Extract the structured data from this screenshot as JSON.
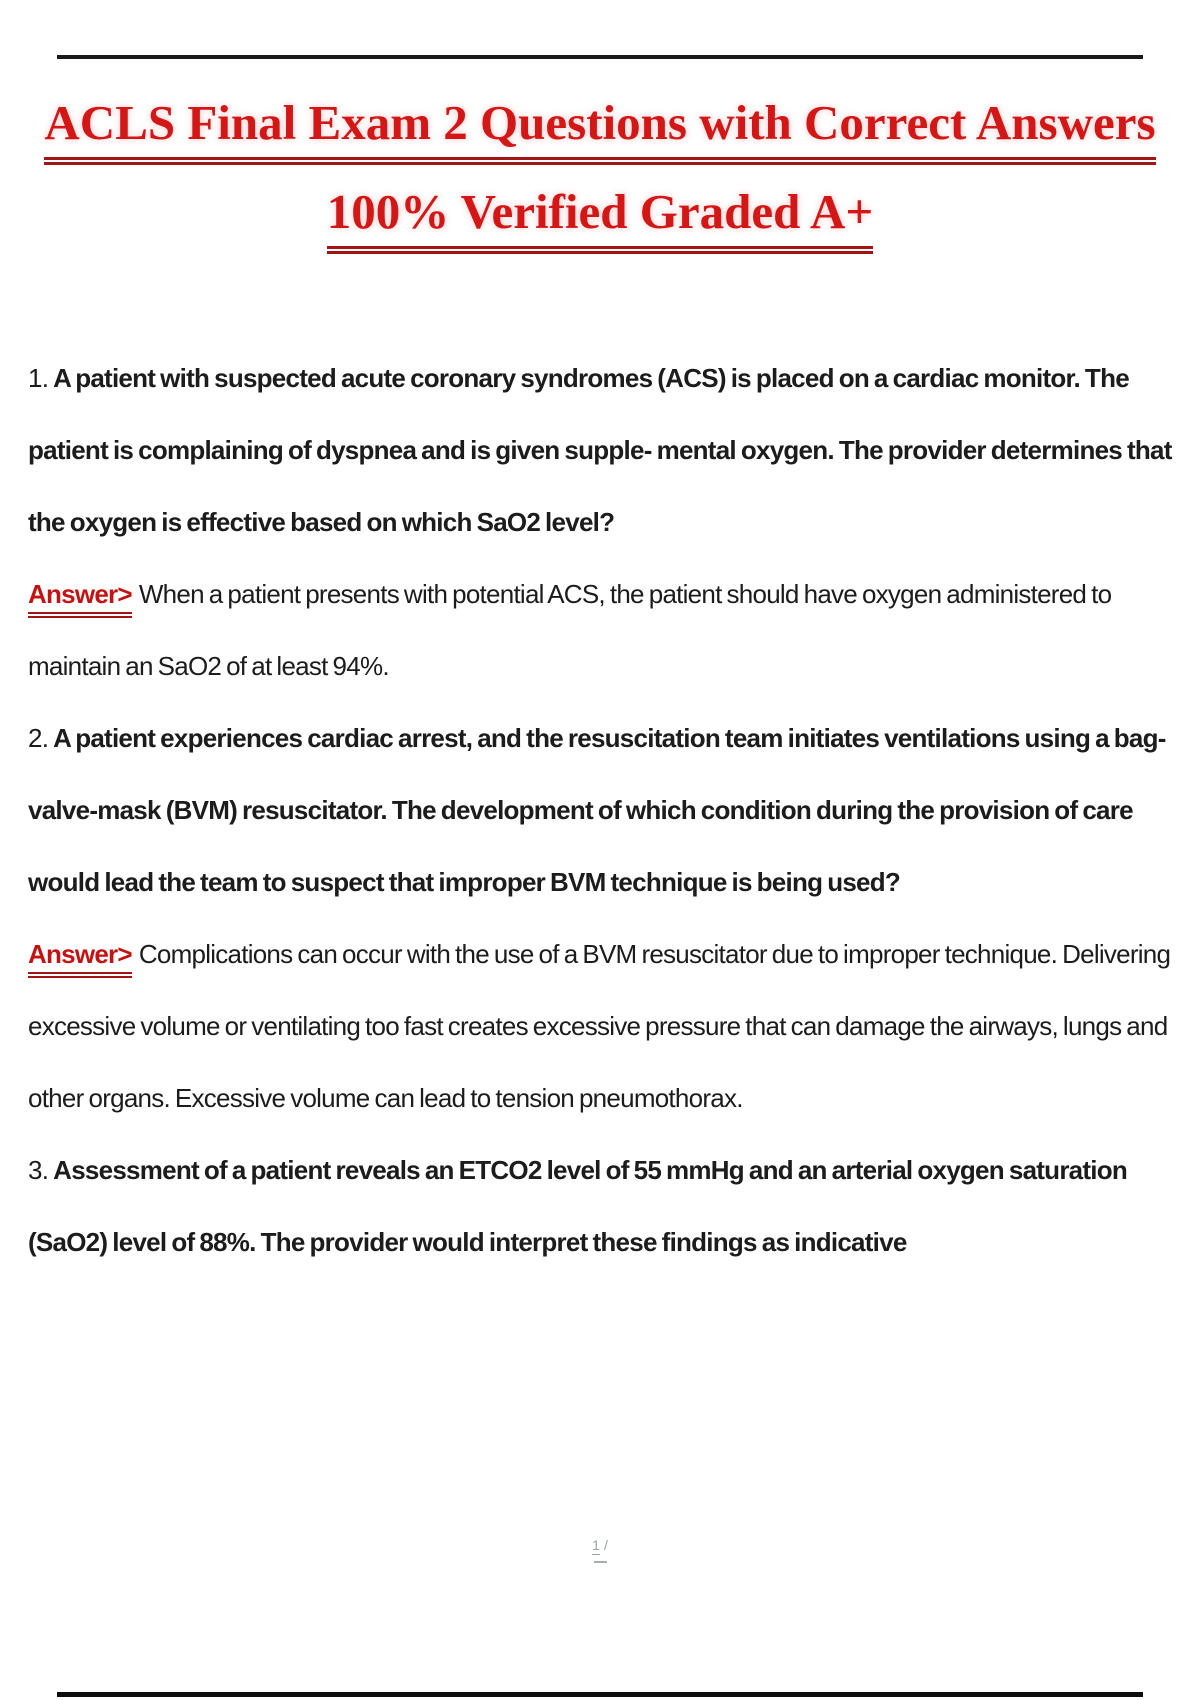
{
  "page": {
    "background": "#ffffff",
    "title_red": "#d31616",
    "underline_red": "#a31414",
    "answer_red": "#c41313",
    "body_text_color": "#1c1c1c",
    "rule_color": "#1a1a1a",
    "footer_gray": "#99a1ab"
  },
  "header": {
    "title_line1": "ACLS Final Exam 2 Questions with Correct Answers",
    "title_line2": "100% Verified Graded A+"
  },
  "body": {
    "items": [
      {
        "type": "question",
        "number": "1.",
        "text": "A patient with suspected acute coronary syndromes (ACS) is placed on a cardiac monitor. The patient is complaining of dyspnea and is given supple- mental oxygen. The provider determines that the oxygen is effective based on which SaO2 level?"
      },
      {
        "type": "answer",
        "label": "Answer>",
        "text": "When a patient presents with potential ACS, the patient should have oxygen administered to maintain an SaO2 of at least 94%."
      },
      {
        "type": "question",
        "number": "2.",
        "text": "A patient experiences cardiac arrest, and the resuscitation team initiates ventilations using a bag-valve-mask (BVM) resuscitator. The development of which condition during the provision of care would lead the team to suspect that improper BVM technique is being used?"
      },
      {
        "type": "answer",
        "label": "Answer>",
        "text": "Complications can occur with the use of a BVM resuscitator due to improper technique. Delivering excessive volume or ventilating too fast creates excessive pressure that can damage the airways, lungs and other organs. Excessive volume can lead to tension pneumothorax."
      },
      {
        "type": "question",
        "number": "3.",
        "text": "Assessment of a patient reveals an ETCO2 level of 55 mmHg and an arterial oxygen saturation (SaO2) level of 88%. The provider would interpret these findings as indicative"
      }
    ]
  },
  "footer": {
    "page_number": "1",
    "separator": "/"
  }
}
